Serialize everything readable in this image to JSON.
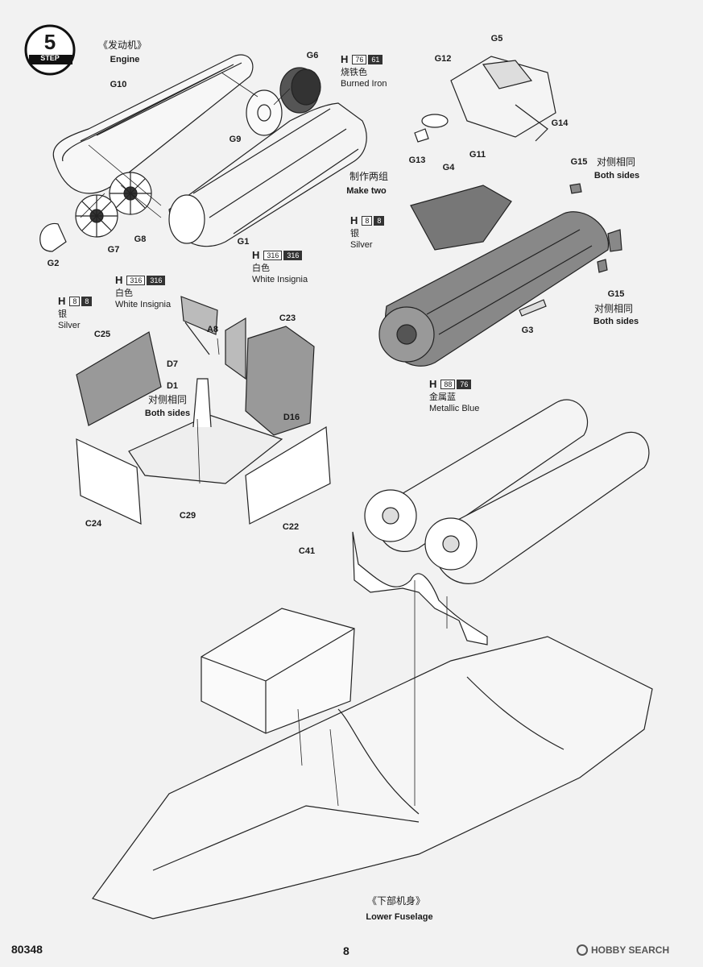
{
  "step": {
    "number": "5",
    "word": "STEP"
  },
  "titles": {
    "engine_cn": "《发动机》",
    "engine_en": "Engine",
    "lower_fuselage_cn": "《下部机身》",
    "lower_fuselage_en": "Lower Fuselage"
  },
  "parts": {
    "g6": "G6",
    "g10": "G10",
    "g9": "G9",
    "g1": "G1",
    "g2": "G2",
    "g7": "G7",
    "g8": "G8",
    "g5": "G5",
    "g12": "G12",
    "g14": "G14",
    "g13": "G13",
    "g4": "G4",
    "g11": "G11",
    "g15a": "G15",
    "g15b": "G15",
    "g3": "G3",
    "c25": "C25",
    "c23": "C23",
    "a8": "A8",
    "d7": "D7",
    "d1": "D1",
    "d16": "D16",
    "c24": "C24",
    "c29": "C29",
    "c22": "C22",
    "c41": "C41"
  },
  "notes": {
    "make_two_cn": "制作两组",
    "make_two_en": "Make two",
    "both_sides_cn_1": "对侧相同",
    "both_sides_en_1": "Both sides",
    "both_sides_cn_2": "对侧相同",
    "both_sides_en_2": "Both sides",
    "both_sides_cn_3": "对侧相同",
    "both_sides_en_3": "Both sides"
  },
  "paints": {
    "burned_iron": {
      "h": "H",
      "code1": "76",
      "code2": "61",
      "cn": "烧铁色",
      "en": "Burned Iron"
    },
    "white_insignia_1": {
      "h": "H",
      "code1": "316",
      "code2": "316",
      "cn": "白色",
      "en": "White Insignia"
    },
    "white_insignia_2": {
      "h": "H",
      "code1": "316",
      "code2": "316",
      "cn": "白色",
      "en": "White Insignia"
    },
    "silver_1": {
      "h": "H",
      "code1": "8",
      "code2": "8",
      "cn": "银",
      "en": "Silver"
    },
    "silver_2": {
      "h": "H",
      "code1": "8",
      "code2": "8",
      "cn": "银",
      "en": "Silver"
    },
    "metallic_blue": {
      "h": "H",
      "code1": "88",
      "code2": "76",
      "cn": "金属蓝",
      "en": "Metallic Blue"
    }
  },
  "footer": {
    "model_number": "80348",
    "page_number": "8",
    "watermark": "HOBBY SEARCH"
  }
}
